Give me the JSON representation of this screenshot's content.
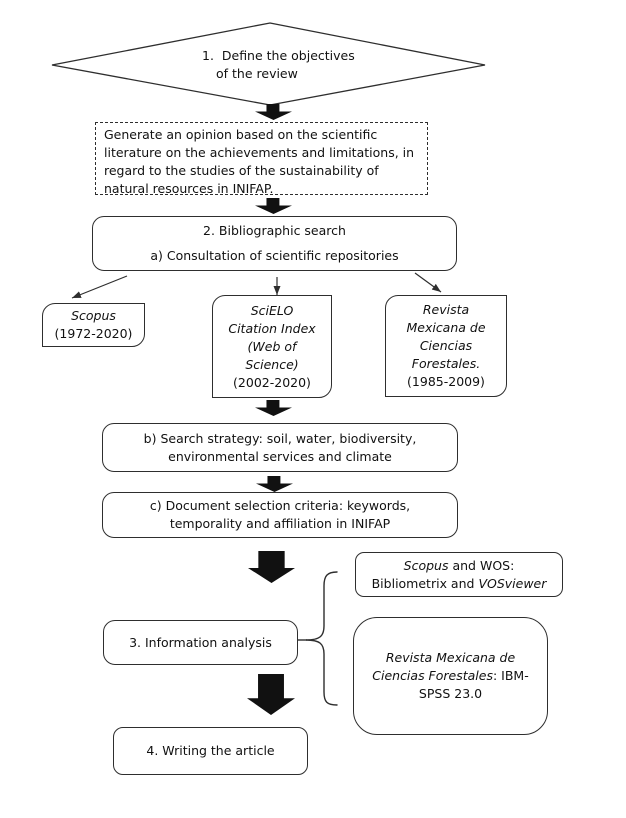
{
  "colors": {
    "background": "#ffffff",
    "line": "#2e2e2e",
    "text": "#111111",
    "arrow_fill": "#111111"
  },
  "flowchart": {
    "diamond": {
      "lines": [
        [
          {
            "t": "1.  Define the objectives"
          }
        ],
        [
          {
            "t": "of the review"
          }
        ]
      ]
    },
    "opinion_note": {
      "lines": [
        [
          {
            "t": "Generate an opinion based on the scientific"
          }
        ],
        [
          {
            "t": "literature on the achievements and limitations, in"
          }
        ],
        [
          {
            "t": "regard to the studies of the sustainability of"
          }
        ],
        [
          {
            "t": "natural resources in INIFAP."
          }
        ]
      ]
    },
    "bibliographic_search": {
      "lines": [
        [
          {
            "t": "2. Bibliographic search"
          }
        ],
        [
          {
            "t": "a) Consultation of scientific repositories"
          }
        ]
      ]
    },
    "repositories": {
      "scopus": {
        "lines": [
          [
            {
              "t": "Scopus",
              "i": true
            }
          ],
          [
            {
              "t": "(1972-2020)"
            }
          ]
        ]
      },
      "scielo": {
        "lines": [
          [
            {
              "t": "SciELO",
              "i": true
            }
          ],
          [
            {
              "t": "Citation Index",
              "i": true
            }
          ],
          [
            {
              "t": "(Web of",
              "i": true
            }
          ],
          [
            {
              "t": "Science)",
              "i": true
            }
          ],
          [
            {
              "t": "(2002-2020)"
            }
          ]
        ]
      },
      "revista": {
        "lines": [
          [
            {
              "t": "Revista",
              "i": true
            }
          ],
          [
            {
              "t": "Mexicana de",
              "i": true
            }
          ],
          [
            {
              "t": "Ciencias",
              "i": true
            }
          ],
          [
            {
              "t": "Forestales.",
              "i": true
            }
          ],
          [
            {
              "t": "(1985-2009)"
            }
          ]
        ]
      }
    },
    "search_strategy": {
      "lines": [
        [
          {
            "t": "b) Search strategy: soil, water, biodiversity,"
          }
        ],
        [
          {
            "t": "environmental services and climate"
          }
        ]
      ]
    },
    "selection_criteria": {
      "lines": [
        [
          {
            "t": "c) Document selection criteria: keywords,"
          }
        ],
        [
          {
            "t": "temporality and affiliation in INIFAP"
          }
        ]
      ]
    },
    "information_analysis": {
      "lines": [
        [
          {
            "t": "3. Information analysis"
          }
        ]
      ]
    },
    "analysis_tools": {
      "scopus_wos": {
        "lines": [
          [
            {
              "t": "Scopus",
              "i": true
            },
            {
              "t": " and WOS:"
            }
          ],
          [
            {
              "t": "Bibliometrix and "
            },
            {
              "t": "VOSviewer",
              "i": true
            }
          ]
        ]
      },
      "ibm_spss": {
        "lines": [
          [
            {
              "t": "Revista Mexicana de",
              "i": true
            }
          ],
          [
            {
              "t": "Ciencias Forestales",
              "i": true
            },
            {
              "t": ": IBM-"
            }
          ],
          [
            {
              "t": "SPSS 23.0"
            }
          ]
        ]
      }
    },
    "writing_article": {
      "lines": [
        [
          {
            "t": "4. Writing the article"
          }
        ]
      ]
    }
  }
}
